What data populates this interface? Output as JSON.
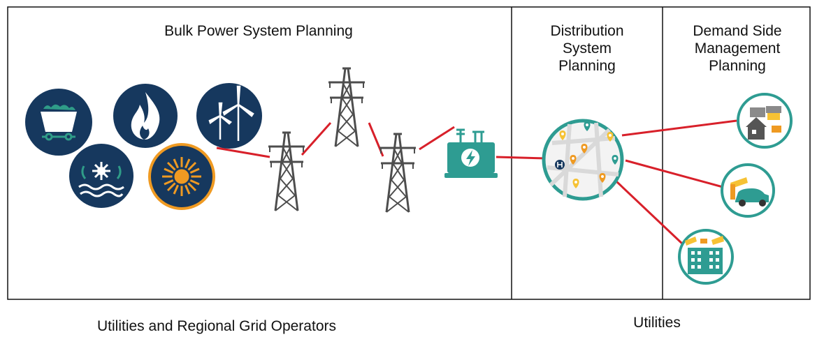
{
  "sections": {
    "bulk": {
      "title": "Bulk Power System Planning"
    },
    "distribution": {
      "title": "Distribution\nSystem\nPlanning"
    },
    "demand": {
      "title": "Demand Side\nManagement\nPlanning"
    }
  },
  "footer": {
    "left": "Utilities and Regional Grid Operators",
    "right": "Utilities"
  },
  "colors": {
    "navy": "#16385e",
    "teal": "#1f8f8a",
    "orange": "#ef9a22",
    "red_line": "#d8202a",
    "tower": "#4d4d4d",
    "transformer": "#2e9c92"
  },
  "icons": {
    "generation": [
      "coal-cart-icon",
      "natural-gas-flame-icon",
      "wind-turbine-icon",
      "hydro-icon",
      "solar-sun-icon"
    ],
    "transmission": [
      "transmission-tower-icon",
      "transmission-tower-icon",
      "transmission-tower-icon"
    ],
    "substation": "transformer-icon",
    "distribution": "city-map-icon",
    "demand": [
      "houses-icon",
      "ev-solar-carport-icon",
      "commercial-building-icon"
    ]
  }
}
